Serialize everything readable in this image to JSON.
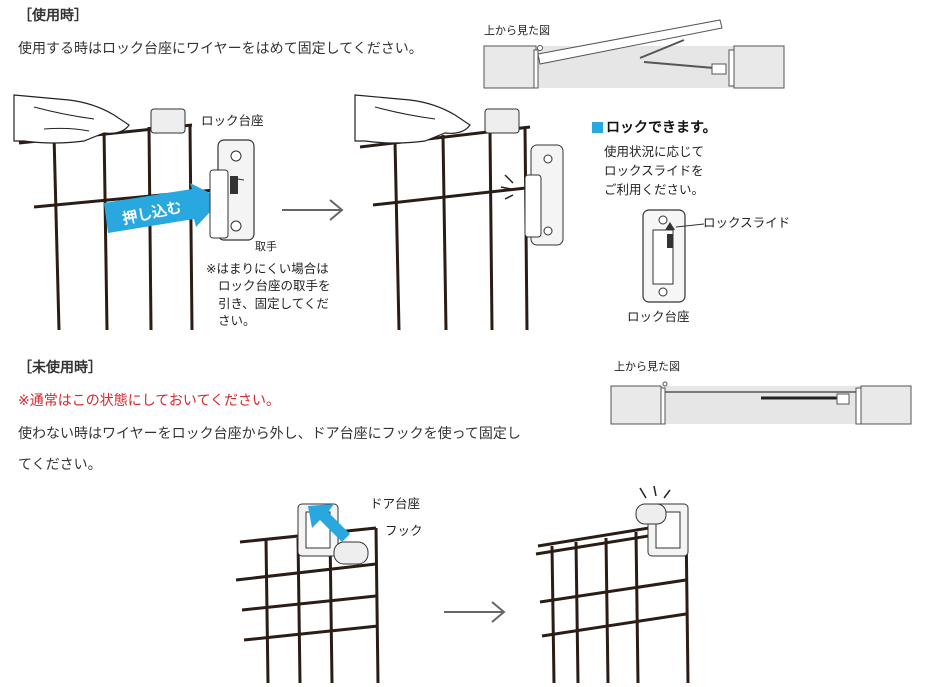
{
  "in_use": {
    "heading": "［使用時］",
    "instruction": "使用する時はロック台座にワイヤーをはめて固定してください。",
    "top_view_label": "上から見た図",
    "label_lock_base": "ロック台座",
    "label_push": "押し込む",
    "label_handle": "取手",
    "note_lines": [
      "※はまりにくい場合は",
      "ロック台座の取手を",
      "引き、固定してくだ",
      "さい。"
    ],
    "lock_title": "ロックできます。",
    "lock_desc_lines": [
      "使用状況に応じて",
      "ロックスライドを",
      "ご利用ください。"
    ],
    "label_lock_slide": "ロックスライド",
    "label_lock_base_2": "ロック台座"
  },
  "not_in_use": {
    "heading": "［未使用時］",
    "notice": "※通常はこの状態にしておいてください。",
    "instruction_line1": "使わない時はワイヤーをロック台座から外し、ドア台座にフックを使って固定し",
    "instruction_line2": "てください。",
    "top_view_label": "上から見た図",
    "label_door_base": "ドア台座",
    "label_hook": "フック"
  },
  "colors": {
    "push_arrow": "#29a8e0",
    "notice_red": "#d9262c",
    "wire": "#2b1d16",
    "panel_gray": "#e6e6e6"
  }
}
